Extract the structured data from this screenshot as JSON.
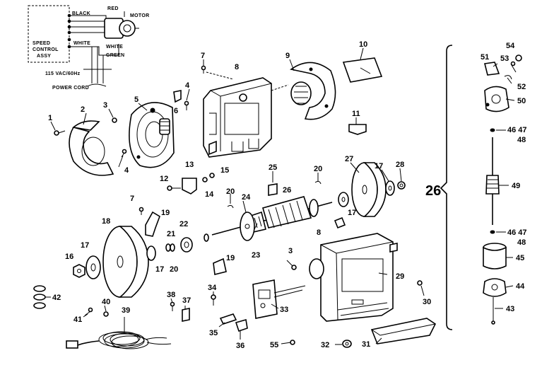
{
  "wiring": {
    "black": "BLACK",
    "red": "RED",
    "motor": "MOTOR",
    "speed": "SPEED",
    "control": "CONTROL",
    "assy": "ASSY",
    "white1": "WHITE",
    "white2": "WHITE",
    "green": "GREEN",
    "vac": "115 VAC/60Hz",
    "cord": "POWER CORD"
  },
  "group_label": "26",
  "parts": {
    "p1": "1",
    "p2": "2",
    "p3a": "3",
    "p3b": "3",
    "p4a": "4",
    "p4b": "4",
    "p5": "5",
    "p6": "6",
    "p7a": "7",
    "p7b": "7",
    "p8a": "8",
    "p8b": "8",
    "p9": "9",
    "p10": "10",
    "p11": "11",
    "p12": "12",
    "p13": "13",
    "p14": "14",
    "p15": "15",
    "p16": "16",
    "p17a": "17",
    "p17b": "17",
    "p17c": "17",
    "p17d": "17",
    "p18": "18",
    "p19a": "19",
    "p19b": "19",
    "p20a": "20",
    "p20b": "20",
    "p20c": "20",
    "p21": "21",
    "p22": "22",
    "p23": "23",
    "p24": "24",
    "p25": "25",
    "p26": "26",
    "p27": "27",
    "p28": "28",
    "p29": "29",
    "p30": "30",
    "p31": "31",
    "p32": "32",
    "p33": "33",
    "p34": "34",
    "p35": "35",
    "p36": "36",
    "p37": "37",
    "p38": "38",
    "p39": "39",
    "p40": "40",
    "p41": "41",
    "p42": "42",
    "p43": "43",
    "p44": "44",
    "p45": "45",
    "p4647a": "46 47",
    "p48a": "48",
    "p4647b": "46 47",
    "p48b": "48",
    "p49": "49",
    "p50": "50",
    "p51": "51",
    "p52": "52",
    "p53": "53",
    "p54": "54",
    "p55": "55"
  }
}
